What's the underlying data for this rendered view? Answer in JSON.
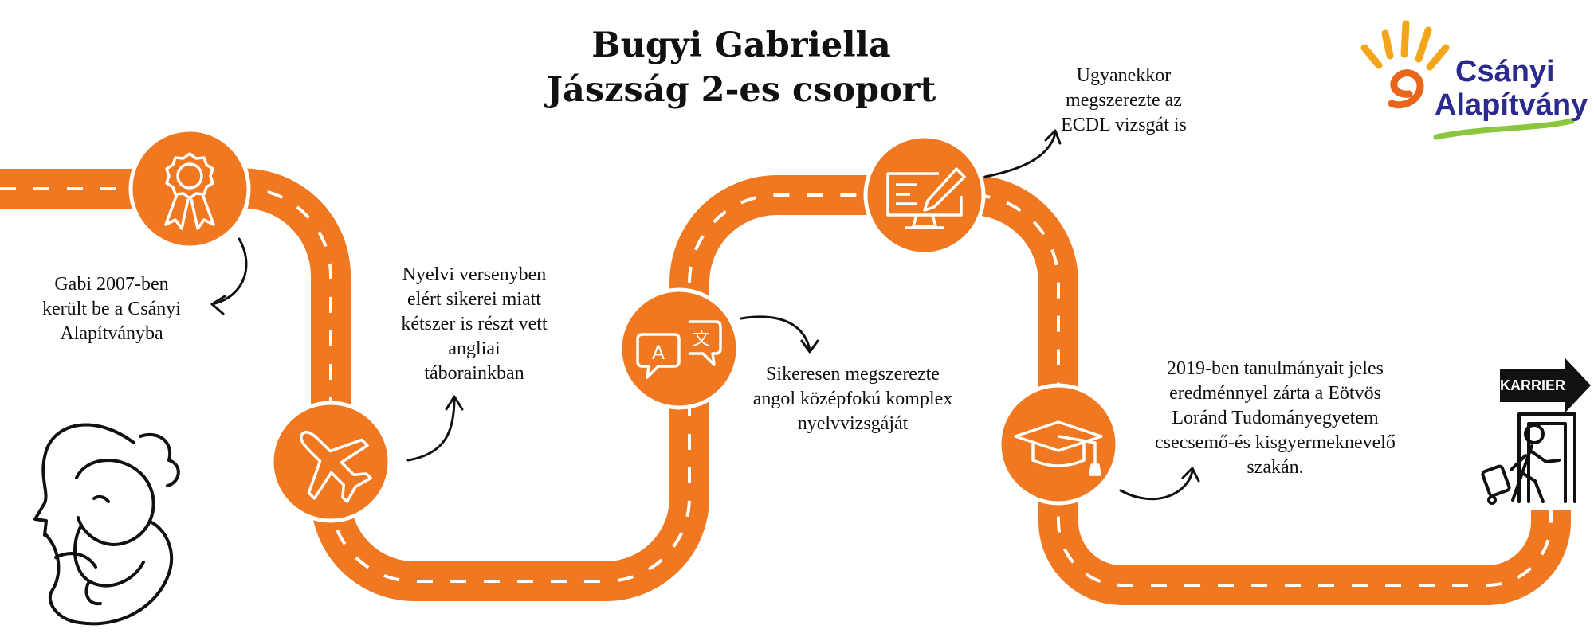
{
  "title": {
    "line1": "Bugyi Gabriella",
    "line2": "Jászság 2-es csoport"
  },
  "logo": {
    "line1": "Csányi",
    "line2": "Alapítvány"
  },
  "milestones": [
    {
      "icon": "award-ribbon-icon",
      "text": [
        "Gabi 2007-ben",
        "került be a Csányi",
        "Alapítványba"
      ]
    },
    {
      "icon": "airplane-icon",
      "text": [
        "Nyelvi versenyben",
        "elért sikerei miatt",
        "kétszer is részt vett",
        "angliai",
        "táborainkban"
      ]
    },
    {
      "icon": "translate-speech-icon",
      "text": [
        "Sikeresen megszerezte",
        "angol középfokú komplex",
        "nyelvvizsgáját"
      ]
    },
    {
      "icon": "computer-edit-icon",
      "text": [
        "Ugyanekkor",
        "megszerezte az",
        "ECDL vizsgát is"
      ]
    },
    {
      "icon": "graduation-cap-icon",
      "text": [
        "2019-ben tanulmányait jeles",
        "eredménnyel zárta a Eötvös",
        "Loránd Tudományegyetem",
        "csecsemő-és kisgyermeknevelő",
        "szakán."
      ]
    }
  ],
  "career": {
    "label": "KARRIER",
    "icon": "exit-traveler-icon"
  },
  "decor": {
    "icon": "mother-baby-icon"
  },
  "colors": {
    "road": "#f07820",
    "dash": "#ffffff",
    "logo_text": "#2a2a8f",
    "logo_sun": "#f3a51b",
    "logo_swoosh": "#8cc63f"
  }
}
